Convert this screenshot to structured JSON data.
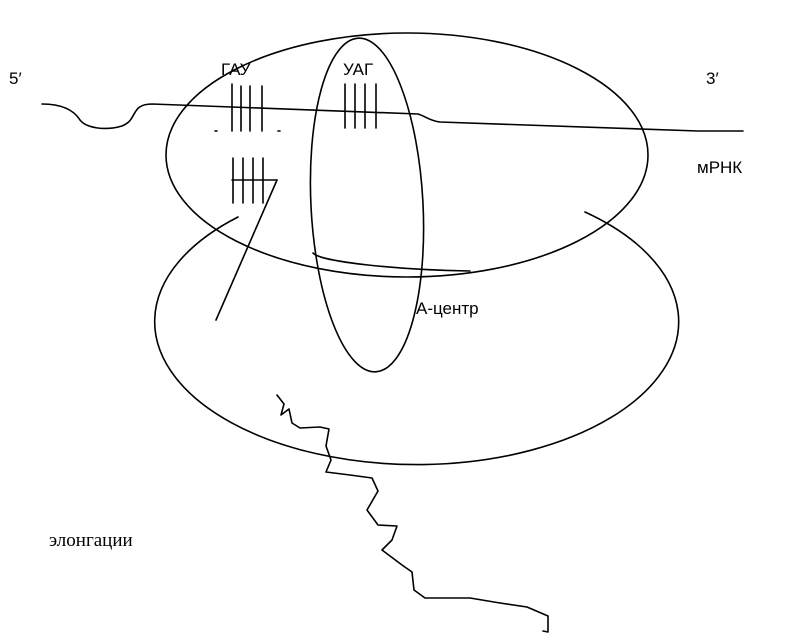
{
  "labels": {
    "five_prime": "5′",
    "three_prime": "3′",
    "codon_left": "ГАУ",
    "codon_right": "УАГ",
    "mrna": "мРНК",
    "a_site": "А-центр",
    "caption": "элонгации"
  },
  "colors": {
    "stroke": "#000000",
    "background": "#ffffff"
  }
}
